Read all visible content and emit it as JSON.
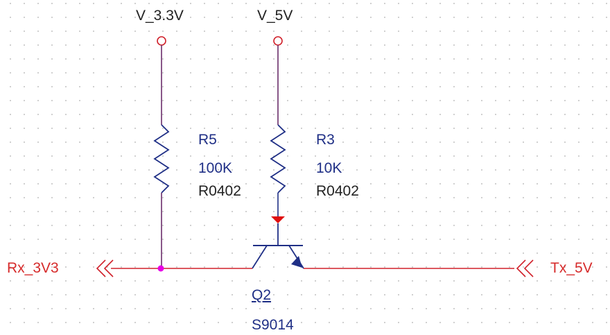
{
  "colors": {
    "wire": "#d0202a",
    "stub": "#6a2d6a",
    "component": "#1f2f86",
    "reference": "#1f2f86",
    "value_text": "#222222",
    "port_text": "#d62b2b",
    "junction": "#e600e6",
    "pin_highlight": "#e01010"
  },
  "power": [
    {
      "label": "V_3.3V",
      "icon": "power-port-circle-icon"
    },
    {
      "label": "V_5V",
      "icon": "power-port-circle-icon"
    }
  ],
  "resistors": [
    {
      "ref": "R5",
      "value": "100K",
      "footprint": "R0402"
    },
    {
      "ref": "R3",
      "value": "10K",
      "footprint": "R0402"
    }
  ],
  "transistor": {
    "ref": "Q2",
    "part": "S9014",
    "type": "NPN"
  },
  "ports": {
    "left": {
      "label": "Rx_3V3",
      "icon": "offpage-connector-icon"
    },
    "right": {
      "label": "Tx_5V",
      "icon": "offpage-connector-icon"
    }
  }
}
